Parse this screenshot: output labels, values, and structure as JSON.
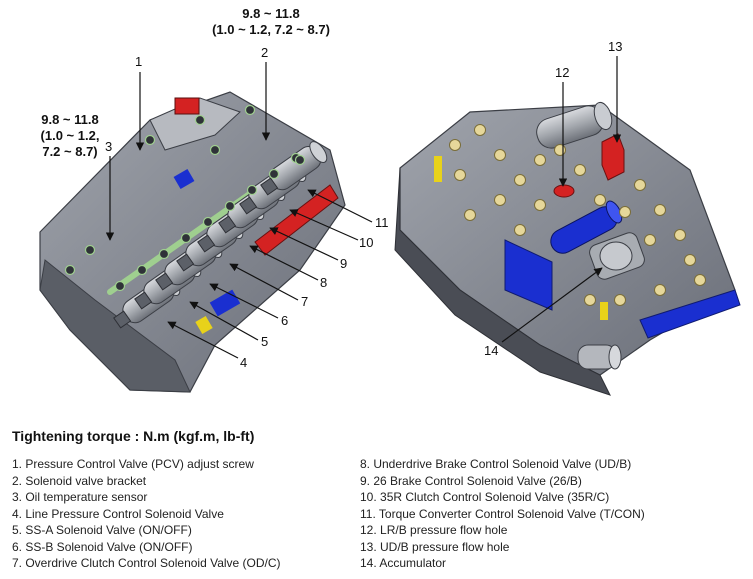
{
  "torque_top": [
    "9.8 ~ 11.8",
    "(1.0 ~ 1.2, 7.2 ~ 8.7)"
  ],
  "torque_left": [
    "9.8 ~ 11.8",
    "(1.0 ~ 1.2,",
    "7.2 ~ 8.7)"
  ],
  "callouts": [
    "1",
    "2",
    "3",
    "4",
    "5",
    "6",
    "7",
    "8",
    "9",
    "10",
    "11",
    "12",
    "13",
    "14"
  ],
  "legend": {
    "title": "Tightening torque : N.m (kgf.m, lb-ft)",
    "left": [
      "1. Pressure Control Valve (PCV) adjust screw",
      "2. Solenoid valve bracket",
      "3. Oil temperature sensor",
      "4. Line Pressure Control Solenoid Valve",
      "5. SS-A Solenoid Valve (ON/OFF)",
      "6. SS-B Solenoid Valve (ON/OFF)",
      "7. Overdrive Clutch Control Solenoid Valve (OD/C)"
    ],
    "right": [
      "8. Underdrive Brake Control Solenoid Valve (UD/B)",
      "9. 26 Brake Control Solenoid Valve (26/B)",
      "10. 35R Clutch Control Solenoid Valve (35R/C)",
      "11. Torque Converter Control Solenoid Valve (T/CON)",
      "12. LR/B pressure flow hole",
      "13. UD/B pressure flow hole",
      "14. Accumulator"
    ]
  },
  "colors": {
    "body_gray": "#8a8e96",
    "dark_gray": "#4a4d55",
    "accent_red": "#d42222",
    "accent_blue": "#1a2fd0",
    "accent_yellow": "#e8d21a",
    "green_bracket": "#9fcf8f",
    "bolt_yellow": "#e6d79a"
  }
}
